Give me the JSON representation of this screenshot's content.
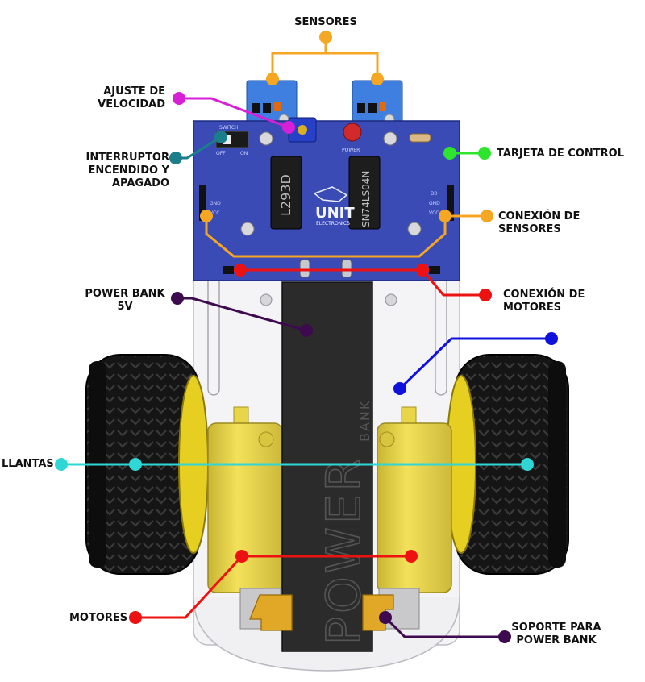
{
  "labels": {
    "sensores": "SENSORES",
    "ajuste": "AJUSTE DE\nVELOCIDAD",
    "interruptor": "INTERRUPTOR\nENCENDIDO Y APAGADO",
    "tarjeta": "TARJETA DE CONTROL",
    "conexion_sensores": "CONEXIÓN DE SENSORES",
    "conexion_motores": "CONEXIÓN DE MOTORES",
    "power_bank": "POWER BANK\n5V",
    "llantas": "LLANTAS",
    "motores": "MOTORES",
    "soporte": "SOPORTE PARA\nPOWER BANK"
  },
  "board": {
    "brand": "UNIT",
    "brand_sub": "ELECTRONICS",
    "chip_left": "L293D",
    "chip_right": "SN74LS04N",
    "switch_label": "SWITCH",
    "switch_off": "OFF",
    "switch_on": "ON",
    "power_label": "POWER",
    "pin_gnd": "GND",
    "pin_vcc": "VCC",
    "pin_out": "D0"
  },
  "battery": {
    "text_big": "POWER",
    "text_small": "BANK"
  },
  "colors": {
    "orange": "#f5a623",
    "magenta": "#d81fd8",
    "teal": "#1a7f8a",
    "green": "#2ee52e",
    "red": "#ee1111",
    "purple": "#3d0a4f",
    "blue": "#1111dd",
    "cyan": "#2fd6d6",
    "pcb": "#3b4bb5"
  }
}
